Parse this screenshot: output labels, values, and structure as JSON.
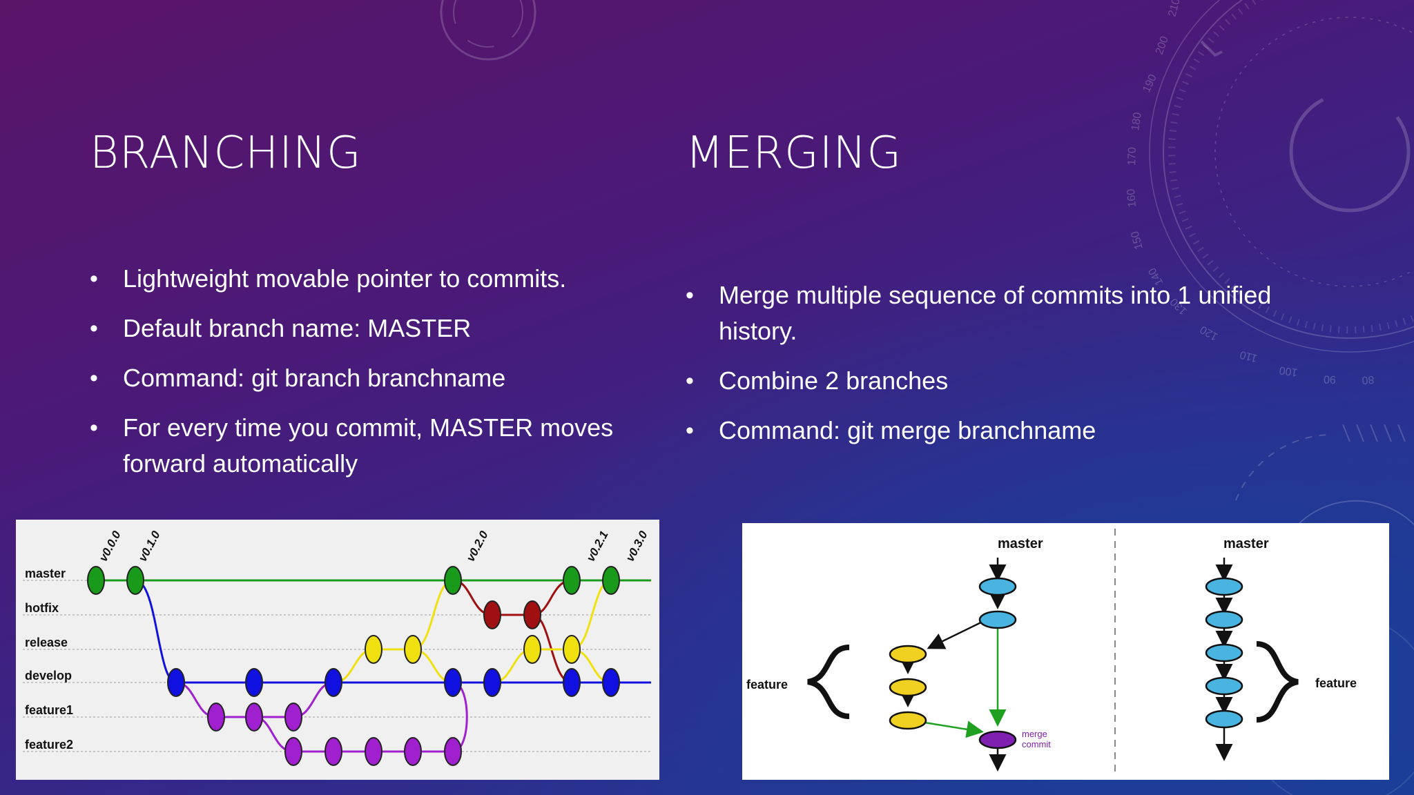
{
  "left": {
    "title": "BRANCHING",
    "bullets": [
      "Lightweight movable pointer to commits.",
      "Default branch name: MASTER",
      "Command: git branch branchname",
      "For every time you commit, MASTER moves forward automatically"
    ]
  },
  "right": {
    "title": "MERGING",
    "bullets": [
      "Merge multiple sequence of commits into 1 unified history.",
      "Combine 2 branches",
      "Command: git merge branchname"
    ]
  },
  "branch_diagram": {
    "lanes": [
      "master",
      "hotfix",
      "release",
      "develop",
      "feature1",
      "feature2"
    ],
    "tags": [
      "v0.0.0",
      "v0.1.0",
      "v0.2.0",
      "v0.2.1",
      "v0.3.0"
    ],
    "colors": {
      "master": "#1a9a1a",
      "hotfix": "#a01010",
      "release": "#f0e010",
      "develop": "#1010e0",
      "feature": "#a020d0"
    }
  },
  "merge_diagram": {
    "left_label": "master",
    "right_label": "master",
    "feature_label_left": "feature",
    "feature_label_right": "feature",
    "merge_line1": "merge",
    "merge_line2": "commit",
    "colors": {
      "master": "#4ab4e0",
      "feature": "#f0d020",
      "merge": "#8020b0",
      "arrow": "#20a020"
    }
  },
  "decor": {
    "dial_numbers": [
      "210",
      "200",
      "190",
      "180",
      "170",
      "160",
      "150",
      "140",
      "130",
      "120",
      "110",
      "100",
      "90",
      "80"
    ]
  }
}
